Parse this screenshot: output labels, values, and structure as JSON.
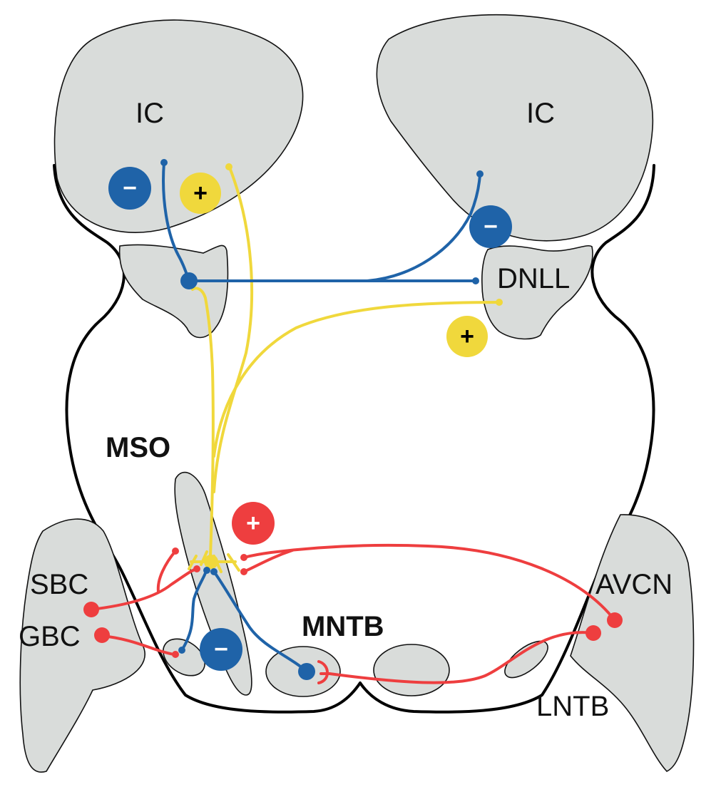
{
  "colors": {
    "inhibitory": "#1f63a8",
    "excitatory_ascending": "#f0d83c",
    "excitatory_brainstem": "#ee3e3f",
    "region_fill": "#d9dcda"
  },
  "labels": {
    "ic_left": "IC",
    "ic_right": "IC",
    "dnll": "DNLL",
    "mso": "MSO",
    "sbc": "SBC",
    "gbc": "GBC",
    "mntb": "MNTB",
    "avcn": "AVCN",
    "lntb": "LNTB"
  },
  "signs": {
    "minus": "−",
    "plus": "+"
  }
}
